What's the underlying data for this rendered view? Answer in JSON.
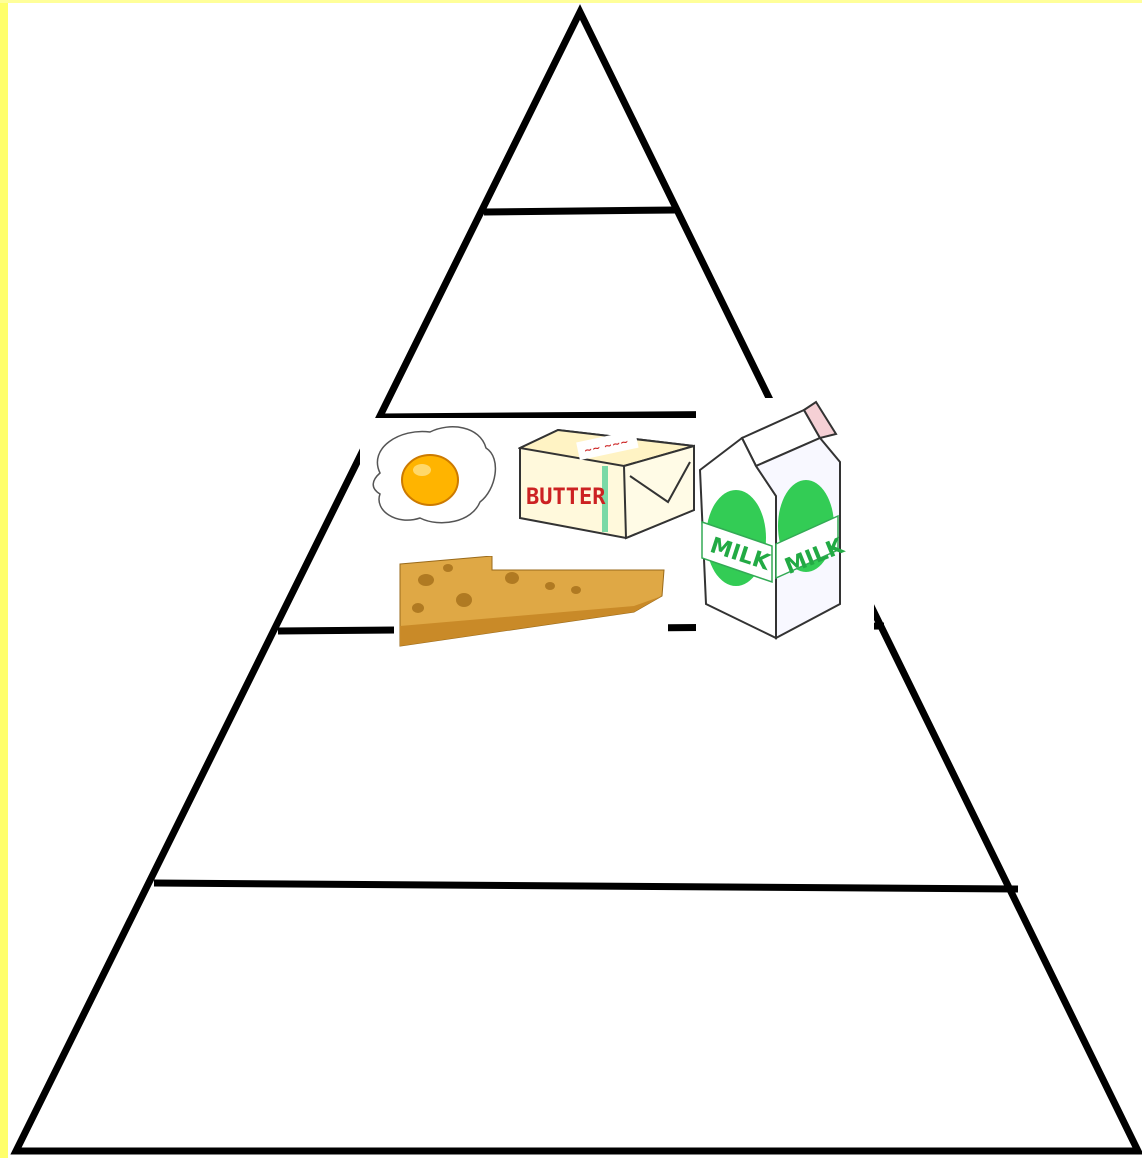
{
  "diagram": {
    "type": "food-pyramid",
    "tiers": 5,
    "border_color": "#ffff6a",
    "line_color": "#000000"
  },
  "foods": [
    {
      "name": "egg",
      "icon": "fried-egg-icon"
    },
    {
      "name": "butter",
      "icon": "butter-icon",
      "label": "BUTTER"
    },
    {
      "name": "milk",
      "icon": "milk-carton-icon",
      "label": "MILK"
    },
    {
      "name": "cheese",
      "icon": "cheese-icon"
    }
  ]
}
